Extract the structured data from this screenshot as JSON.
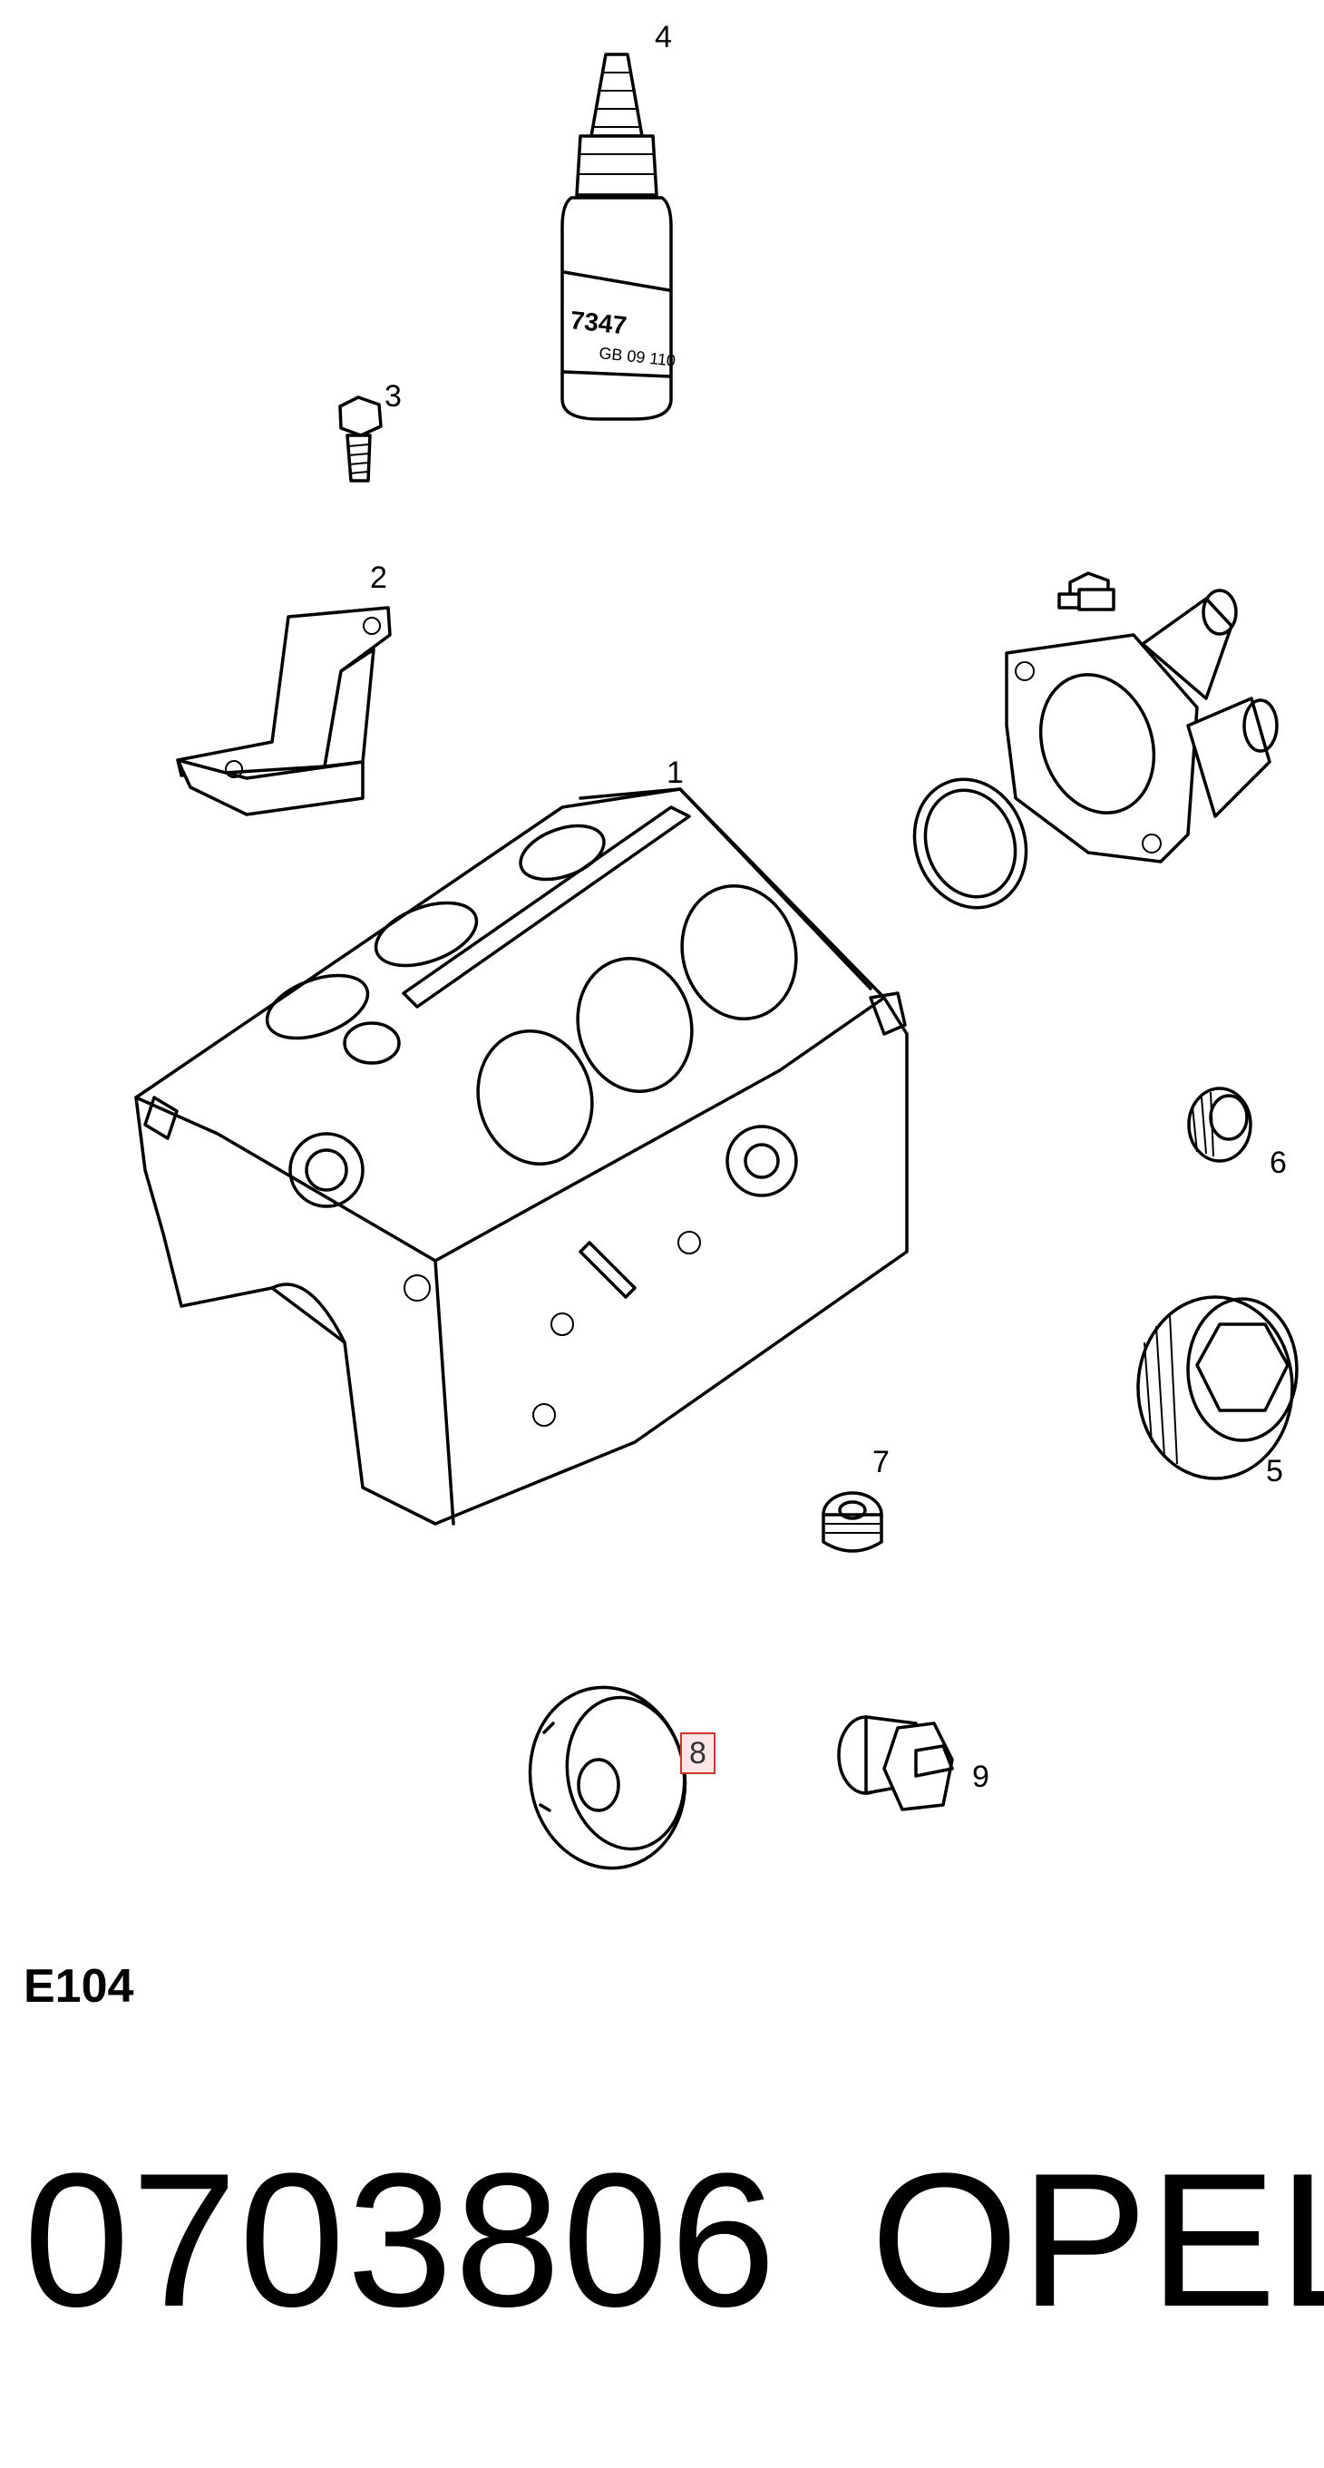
{
  "diagram": {
    "callouts": [
      {
        "id": "1",
        "label": "1"
      },
      {
        "id": "2",
        "label": "2"
      },
      {
        "id": "3",
        "label": "3"
      },
      {
        "id": "4",
        "label": "4"
      },
      {
        "id": "5",
        "label": "5"
      },
      {
        "id": "6",
        "label": "6"
      },
      {
        "id": "7",
        "label": "7"
      },
      {
        "id": "8",
        "label": "8",
        "highlighted": true
      },
      {
        "id": "9",
        "label": "9"
      }
    ],
    "tube_label": "7347",
    "tube_code": "GB 09 110",
    "highlight_color": "#d0342c",
    "highlight_fill": "#fde6e6"
  },
  "footer": {
    "group_code": "E104",
    "part_number": "0703806",
    "brand": "OPEL"
  }
}
